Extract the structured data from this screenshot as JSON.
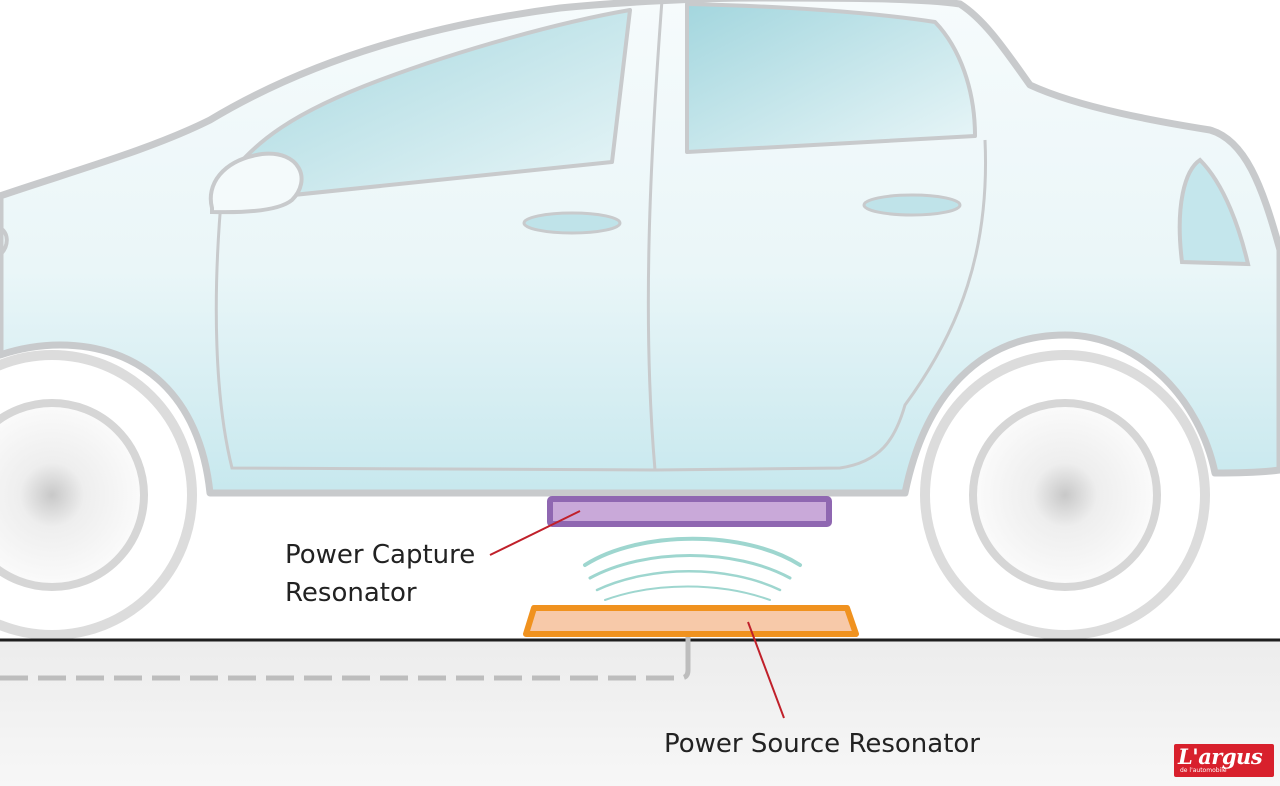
{
  "diagram": {
    "labels": {
      "capture_line1": "Power Capture",
      "capture_line2": "Resonator",
      "source": "Power Source Resonator"
    },
    "logo": {
      "word": "L'argus",
      "subtitle": "de l'automobile"
    }
  },
  "colors": {
    "car_body": "#e8f6f8",
    "car_window": "#a9dbe2",
    "car_outline": "#c8cacc",
    "tire": "#dcdcdc",
    "road": "#e6e6e6",
    "ground_line": "#1e1e1e",
    "capture_resonator_fill": "#c9a9d9",
    "capture_resonator_border": "#8f67b1",
    "source_resonator_fill": "#f7c9a9",
    "source_resonator_border": "#f0921f",
    "field_waves": "#9ed6cf",
    "callout_line": "#c0202a",
    "logo_bg": "#d8202c"
  }
}
